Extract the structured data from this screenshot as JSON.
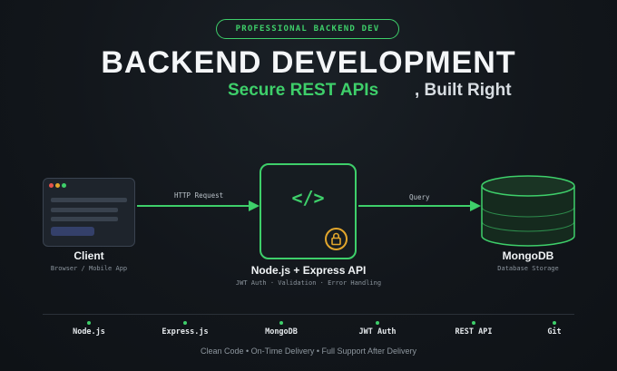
{
  "badge": "PROFESSIONAL BACKEND DEV",
  "title": "BACKEND DEVELOPMENT",
  "subtitle": {
    "green": "Secure REST APIs",
    "white": ", Built Right"
  },
  "nodes": {
    "client": {
      "label": "Client",
      "sub": "Browser / Mobile App"
    },
    "api": {
      "label": "Node.js + Express API",
      "sub": "JWT Auth · Validation · Error Handling",
      "icon": "code-icon"
    },
    "db": {
      "label": "MongoDB",
      "sub": "Database Storage"
    }
  },
  "edges": {
    "client_to_api": "HTTP Request",
    "api_to_db": "Query"
  },
  "tech_stack": [
    "Node.js",
    "Express.js",
    "MongoDB",
    "JWT Auth",
    "REST API",
    "Git"
  ],
  "footer": "Clean Code • On-Time Delivery • Full Support After Delivery",
  "colors": {
    "accent": "#3ecf6a",
    "lock": "#e2a62c",
    "background": "#12161b"
  }
}
